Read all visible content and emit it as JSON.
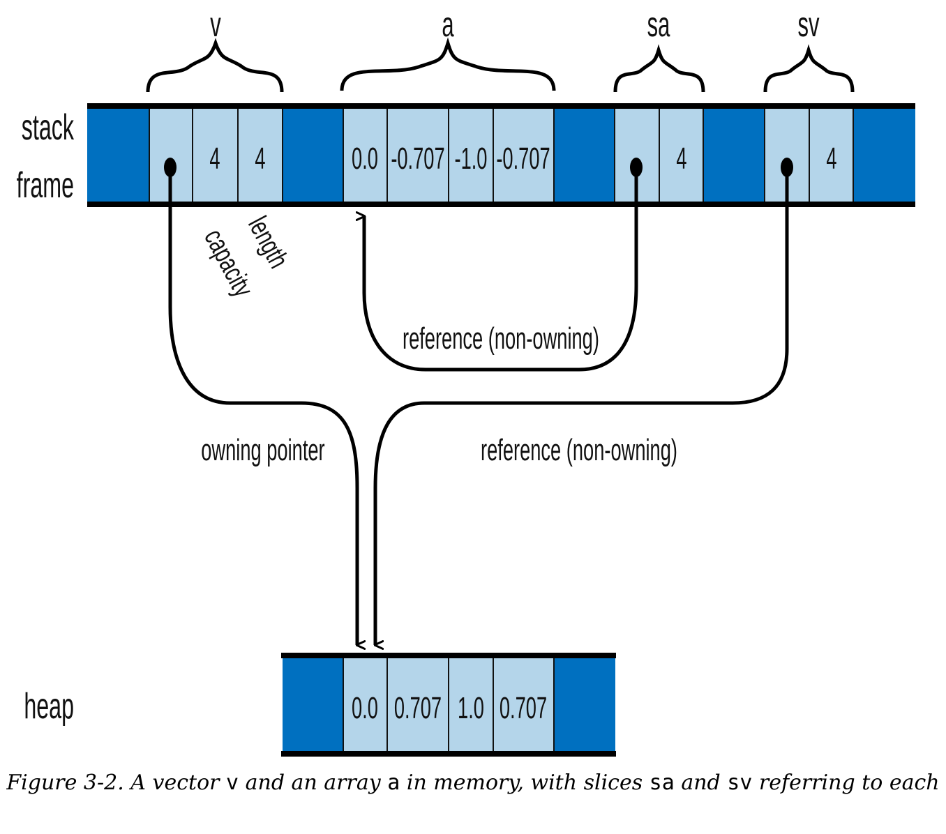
{
  "diagram": {
    "row_labels": {
      "stack_line1": "stack",
      "stack_line2": "frame",
      "heap": "heap"
    },
    "brace_labels": {
      "v": "v",
      "a": "a",
      "sa": "sa",
      "sv": "sv"
    },
    "stack_cells": {
      "v_capacity": "4",
      "v_length": "4",
      "a": [
        "0.0",
        "-0.707",
        "-1.0",
        "-0.707"
      ],
      "sa_length": "4",
      "sv_length": "4"
    },
    "heap_cells": [
      "0.0",
      "0.707",
      "1.0",
      "0.707"
    ],
    "field_labels": {
      "length": "length",
      "capacity": "capacity"
    },
    "arrow_labels": {
      "owning": "owning pointer",
      "ref_sa": "reference (non-owning)",
      "ref_sv": "reference (non-owning)"
    },
    "colors": {
      "dark_cell": "#0070c0",
      "light_cell": "#b4d5ea",
      "line": "#000000"
    }
  },
  "caption": {
    "prefix": "Figure 3-2. A vector ",
    "v": "v",
    "mid1": " and an array ",
    "a": "a",
    "mid2": " in memory, with slices ",
    "sa": "sa",
    "mid3": " and ",
    "sv": "sv",
    "suffix": " referring to each"
  }
}
